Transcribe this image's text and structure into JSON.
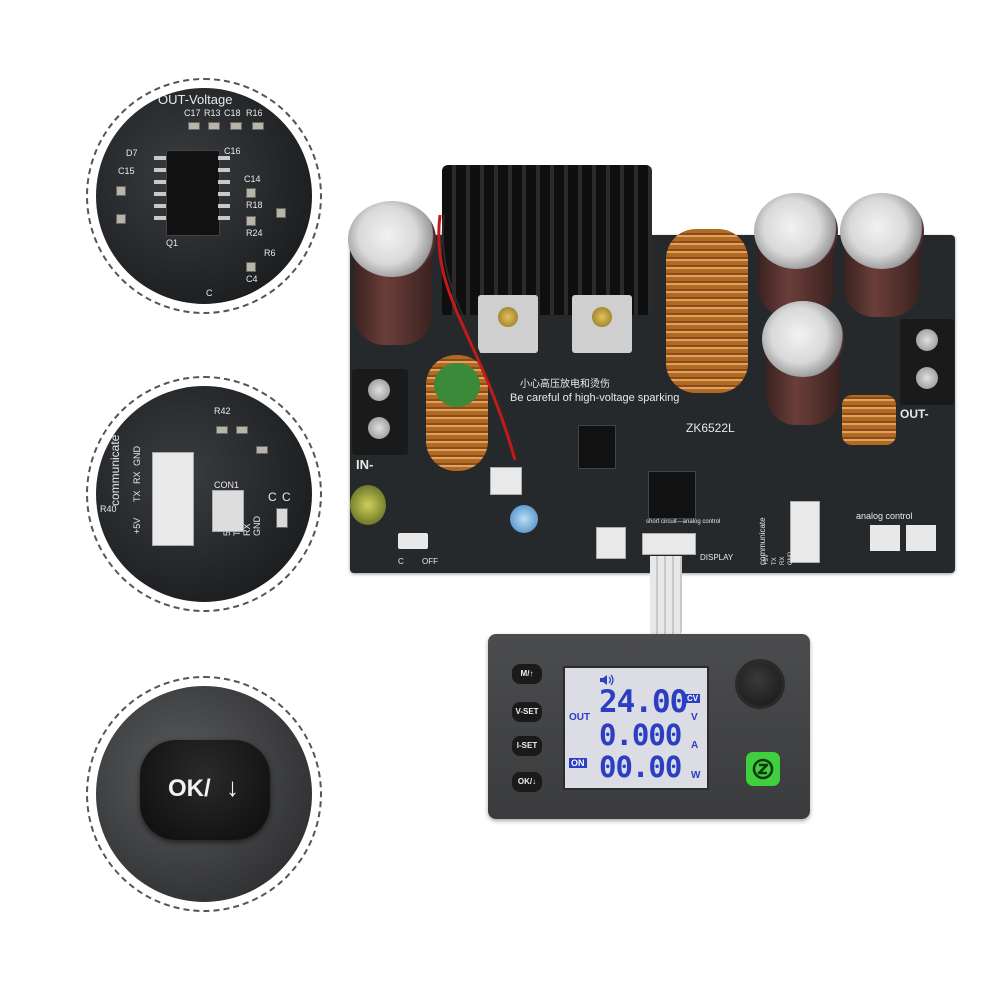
{
  "zoom_top": {
    "labels": [
      "C17",
      "R13",
      "C18",
      "R16",
      "C15",
      "C14",
      "C16",
      "R18",
      "R24",
      "R6",
      "C4",
      "Q1",
      "D7",
      "C"
    ],
    "heading": "OUT-Voltage"
  },
  "zoom_middle": {
    "labels": [
      "communicate",
      "+5V",
      "TX",
      "RX",
      "GND",
      "CON1",
      "5V",
      "TX",
      "RX",
      "GND",
      "C",
      "C",
      "R40",
      "R42"
    ]
  },
  "zoom_bottom": {
    "button_label": "OK/",
    "arrow": "↓"
  },
  "board": {
    "warning_cn": "小心高压放电和烫伤",
    "warning_en": "Be careful of high-voltage sparking",
    "model": "ZK6522L",
    "in_label": "IN-",
    "out_label": "OUT-",
    "communicate": "communicate",
    "analog": "analog control",
    "display": "DISPLAY",
    "off": "OFF",
    "c_label": "C",
    "short_circuit": "short circuit—analog control",
    "pins": [
      "+5V",
      "TX",
      "RX",
      "GND"
    ],
    "cv_labels": [
      "C",
      "V"
    ]
  },
  "panel": {
    "buttons": [
      "M/↑",
      "V-SET",
      "I-SET",
      "OK/↓"
    ],
    "lcd": {
      "out": "OUT",
      "on": "ON",
      "voltage": "24.00",
      "current": "0.000",
      "power": "00.00",
      "cv": "CV",
      "unit_v": "V",
      "unit_a": "A",
      "unit_w": "W",
      "speaker_icon": "speaker-icon"
    },
    "power_icon": "power-icon",
    "accent": "#2a3fc2",
    "power_color": "#3fcf3f"
  }
}
